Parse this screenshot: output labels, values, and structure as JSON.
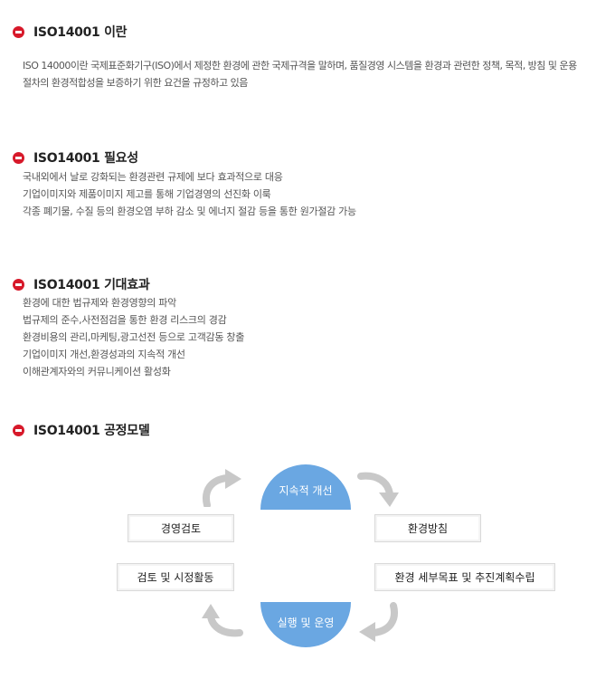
{
  "sections": [
    {
      "title": "ISO14001 이란",
      "paragraph": "ISO 14000이란 국제표준화기구(ISO)에서 제정한 환경에 관한 국제규격을 말하며, 품질경영 시스템을 환경과 관련한 정책, 목적, 방침 및 운용 절차의 환경적합성을 보증하기 위한 요건을 규정하고 있음"
    },
    {
      "title": "ISO14001 필요성",
      "items": [
        "국내외에서 날로 강화되는 환경관련 규제에 보다 효과적으로 대응",
        "기업이미지와 제품이미지 제고를 통해 기업경영의 선진화 이룩",
        "각종 폐기물, 수질 등의 환경오염 부하 감소 및 에너지 절감 등을 통한 원가절감 가능"
      ]
    },
    {
      "title": "ISO14001 기대효과",
      "items": [
        "환경에 대한 법규제와 환경영향의 파악",
        "법규제의 준수,사전점검을 통한 환경 리스크의 경감",
        "환경비용의 관리,마케팅,광고선전 등으로 고객감동 창출",
        "기업이미지 개선,환경성과의 지속적 개선",
        "이해관계자와의 커뮤니케이션 활성화"
      ]
    },
    {
      "title": "ISO14001 공정모델"
    }
  ],
  "model": {
    "top": "지속적 개선",
    "bottom": "실행 및 운영",
    "left_upper": "경영검토",
    "left_lower": "검토 및 시정활동",
    "right_upper": "환경방침",
    "right_lower": "환경 세부목표 및 추진계획수립"
  },
  "colors": {
    "bullet": "#d7192a",
    "semicircle": "#6aa7e2",
    "arrow": "#c8c8c8"
  },
  "icons": [
    "bullet-icon",
    "curved-arrow-icon"
  ]
}
